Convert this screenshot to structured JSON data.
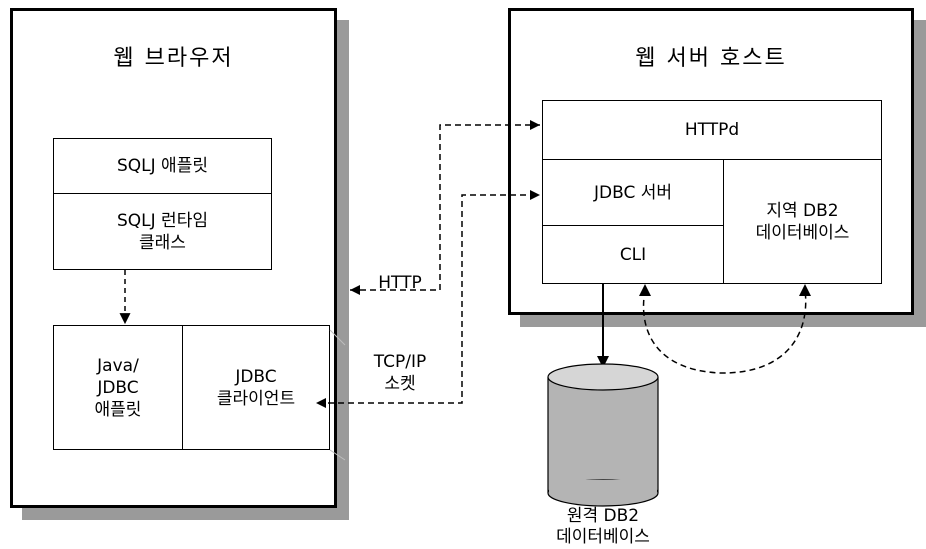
{
  "browser": {
    "title": "웹 브라우저",
    "applet": "SQLJ 애플릿",
    "runtime_line1": "SQLJ 런타임",
    "runtime_line2": "클래스",
    "java_line1": "Java/",
    "java_line2": "JDBC",
    "java_line3": "애플릿",
    "client_line1": "JDBC",
    "client_line2": "클라이언트"
  },
  "server": {
    "title": "웹 서버 호스트",
    "httpd": "HTTPd",
    "jdbc_server": "JDBC 서버",
    "cli": "CLI",
    "local_db_line1": "지역 DB2",
    "local_db_line2": "데이터베이스"
  },
  "connections": {
    "http": "HTTP",
    "tcpip_line1": "TCP/IP",
    "tcpip_line2": "소켓"
  },
  "remote_db": {
    "line1": "원격 DB2",
    "line2": "데이터베이스"
  }
}
